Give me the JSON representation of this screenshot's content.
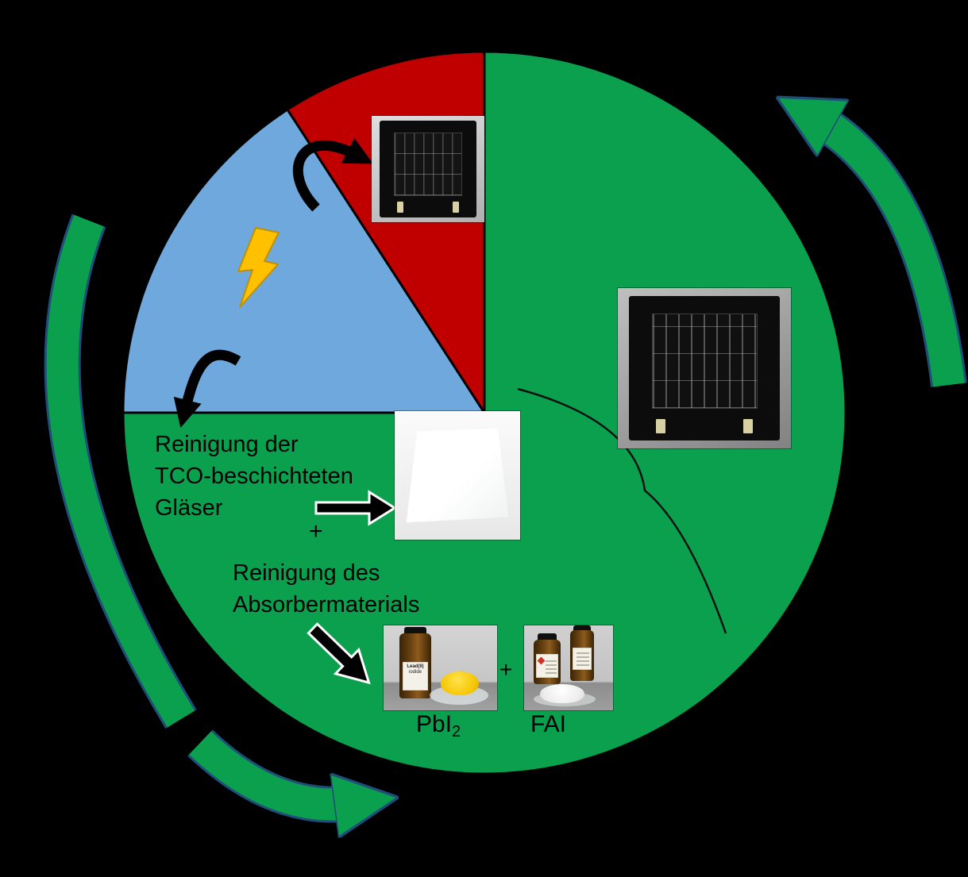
{
  "colors": {
    "segment_green": "#0ba04e",
    "segment_blue": "#6fa8dc",
    "segment_red": "#c00000",
    "segment_outline": "#000000",
    "outer_arrow_green": "#0ba04e",
    "outer_arrow_edge": "#1f4e79",
    "inner_arrow_black": "#000000",
    "lightning_fill": "#ffc000",
    "lightning_edge": "#bf9000"
  },
  "labels": {
    "tco_line1": "Reinigung der",
    "tco_line2": "TCO-beschichteten",
    "tco_line3": "Gläser",
    "plus_glass": "+",
    "absorber_line1": "Reinigung des",
    "absorber_line2": "Absorbermaterials",
    "pbi2_base": "PbI",
    "pbi2_sub": "2",
    "plus_materials": "+",
    "fai": "FAI"
  },
  "photos": {
    "pbi2_bottle_label_line1": "Lead(II)",
    "pbi2_bottle_label_line2": "iodide"
  }
}
